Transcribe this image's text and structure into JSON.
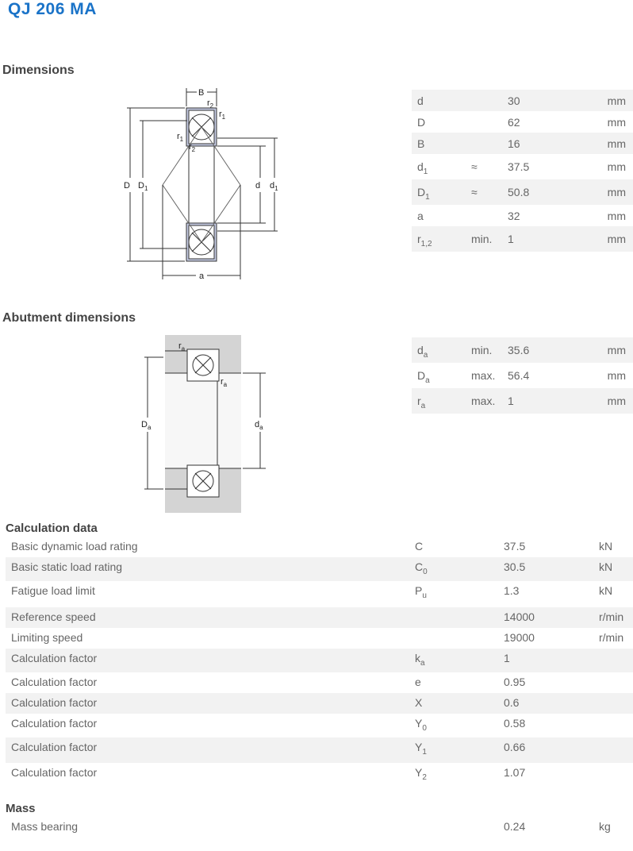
{
  "title": "QJ 206 MA",
  "sections": {
    "dimensions": "Dimensions",
    "abutment": "Abutment dimensions",
    "calc": "Calculation data",
    "mass": "Mass"
  },
  "dimensions": [
    {
      "sym": "d",
      "sub": "",
      "q": "",
      "v": "30",
      "u": "mm"
    },
    {
      "sym": "D",
      "sub": "",
      "q": "",
      "v": "62",
      "u": "mm"
    },
    {
      "sym": "B",
      "sub": "",
      "q": "",
      "v": "16",
      "u": "mm"
    },
    {
      "sym": "d",
      "sub": "1",
      "q": "≈",
      "v": "37.5",
      "u": "mm"
    },
    {
      "sym": "D",
      "sub": "1",
      "q": "≈",
      "v": "50.8",
      "u": "mm"
    },
    {
      "sym": "a",
      "sub": "",
      "q": "",
      "v": "32",
      "u": "mm"
    },
    {
      "sym": "r",
      "sub": "1,2",
      "q": "min.",
      "v": "1",
      "u": "mm"
    }
  ],
  "abutment": [
    {
      "sym": "d",
      "sub": "a",
      "q": "min.",
      "v": "35.6",
      "u": "mm"
    },
    {
      "sym": "D",
      "sub": "a",
      "q": "max.",
      "v": "56.4",
      "u": "mm"
    },
    {
      "sym": "r",
      "sub": "a",
      "q": "max.",
      "v": "1",
      "u": "mm"
    }
  ],
  "calc": [
    {
      "label": "Basic dynamic load rating",
      "sym": "C",
      "sub": "",
      "v": "37.5",
      "u": "kN"
    },
    {
      "label": "Basic static load rating",
      "sym": "C",
      "sub": "0",
      "v": "30.5",
      "u": "kN"
    },
    {
      "label": "Fatigue load limit",
      "sym": "P",
      "sub": "u",
      "v": "1.3",
      "u": "kN"
    },
    {
      "label": "Reference speed",
      "sym": "",
      "sub": "",
      "v": "14000",
      "u": "r/min"
    },
    {
      "label": "Limiting speed",
      "sym": "",
      "sub": "",
      "v": "19000",
      "u": "r/min"
    },
    {
      "label": "Calculation factor",
      "sym": "k",
      "sub": "a",
      "v": "1",
      "u": ""
    },
    {
      "label": "Calculation factor",
      "sym": "e",
      "sub": "",
      "v": "0.95",
      "u": ""
    },
    {
      "label": "Calculation factor",
      "sym": "X",
      "sub": "",
      "v": "0.6",
      "u": ""
    },
    {
      "label": "Calculation factor",
      "sym": "Y",
      "sub": "0",
      "v": "0.58",
      "u": ""
    },
    {
      "label": "Calculation factor",
      "sym": "Y",
      "sub": "1",
      "v": "0.66",
      "u": ""
    },
    {
      "label": "Calculation factor",
      "sym": "Y",
      "sub": "2",
      "v": "1.07",
      "u": ""
    }
  ],
  "mass": [
    {
      "label": "Mass bearing",
      "v": "0.24",
      "u": "kg"
    }
  ],
  "drawing1": {
    "B": "B",
    "r": "r",
    "r1sub": "1",
    "r2sub": "2",
    "D": "D",
    "D1": "D",
    "D1sub": "1",
    "d": "d",
    "d1": "d",
    "d1sub": "1",
    "a": "a"
  },
  "drawing2": {
    "r": "r",
    "rsub": "a",
    "Da": "D",
    "Dasub": "a",
    "da": "d",
    "dasub": "a"
  }
}
